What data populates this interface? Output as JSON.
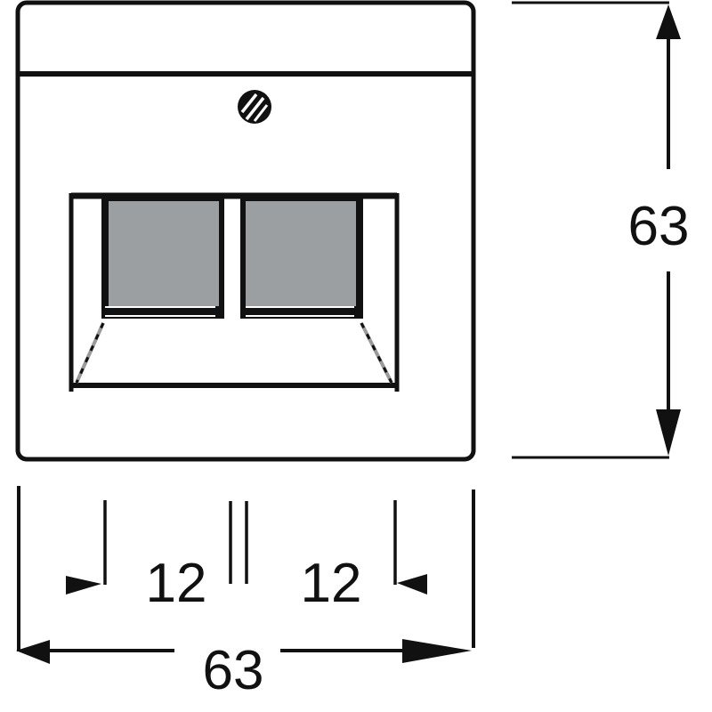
{
  "diagram": {
    "subject": "double data socket cover plate",
    "colors": {
      "line": "#111111",
      "port_fill": "#9c9fa1",
      "background": "#ffffff",
      "dashed": "#9a9a9a"
    },
    "dimensions": {
      "height": {
        "value": "63",
        "orientation": "vertical"
      },
      "width": {
        "value": "63",
        "orientation": "horizontal"
      },
      "port_left": {
        "value": "12",
        "orientation": "horizontal"
      },
      "port_right": {
        "value": "12",
        "orientation": "horizontal"
      }
    },
    "components": [
      {
        "name": "cover-plate",
        "label": ""
      },
      {
        "name": "label-strip",
        "label": ""
      },
      {
        "name": "center-screw",
        "label": ""
      },
      {
        "name": "port-opening",
        "label": ""
      },
      {
        "name": "port-left",
        "label": ""
      },
      {
        "name": "port-right",
        "label": ""
      }
    ]
  }
}
